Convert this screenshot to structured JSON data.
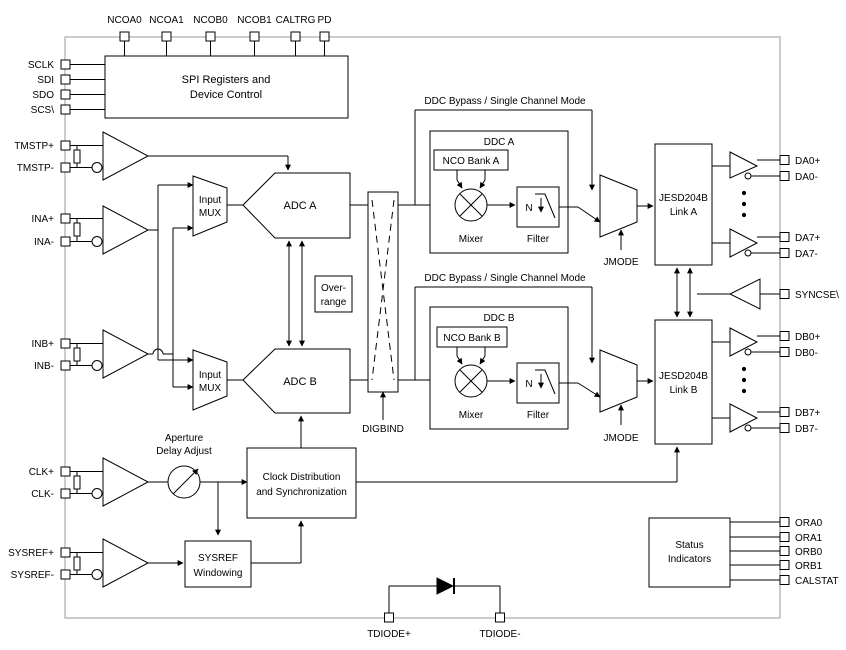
{
  "pins": {
    "top": [
      "NCOA0",
      "NCOA1",
      "NCOB0",
      "NCOB1",
      "CALTRG",
      "PD"
    ],
    "spi": [
      "SCLK",
      "SDI",
      "SDO",
      "SCS\\"
    ],
    "analog_in": [
      "TMSTP+",
      "TMSTP-",
      "INA+",
      "INA-",
      "INB+",
      "INB-",
      "CLK+",
      "CLK-",
      "SYSREF+",
      "SYSREF-"
    ],
    "right": [
      "DA0+",
      "DA0-",
      "DA7+",
      "DA7-",
      "SYNCSE\\",
      "DB0+",
      "DB0-",
      "DB7+",
      "DB7-",
      "ORA0",
      "ORA1",
      "ORB0",
      "ORB1",
      "CALSTAT"
    ],
    "bottom": [
      "TDIODE+",
      "TDIODE-"
    ]
  },
  "blocks": {
    "spi": [
      "SPI Registers and",
      "Device Control"
    ],
    "input_mux": [
      "Input",
      "MUX"
    ],
    "adc_a": "ADC A",
    "adc_b": "ADC B",
    "overrange": [
      "Over-",
      "range"
    ],
    "ddc_bypass": "DDC Bypass / Single Channel Mode",
    "ddc_a": "DDC A",
    "ddc_b": "DDC B",
    "nco_a": "NCO Bank A",
    "nco_b": "NCO Bank B",
    "mixer": "Mixer",
    "filter": "Filter",
    "filter_n": "N",
    "jmode": "JMODE",
    "jesd_a": [
      "JESD204B",
      "Link A"
    ],
    "jesd_b": [
      "JESD204B",
      "Link B"
    ],
    "digbind": "DIGBIND",
    "aperture": [
      "Aperture",
      "Delay Adjust"
    ],
    "clock": [
      "Clock Distribution",
      "and Synchronization"
    ],
    "sysref": [
      "SYSREF",
      "Windowing"
    ],
    "status": [
      "Status",
      "Indicators"
    ]
  }
}
